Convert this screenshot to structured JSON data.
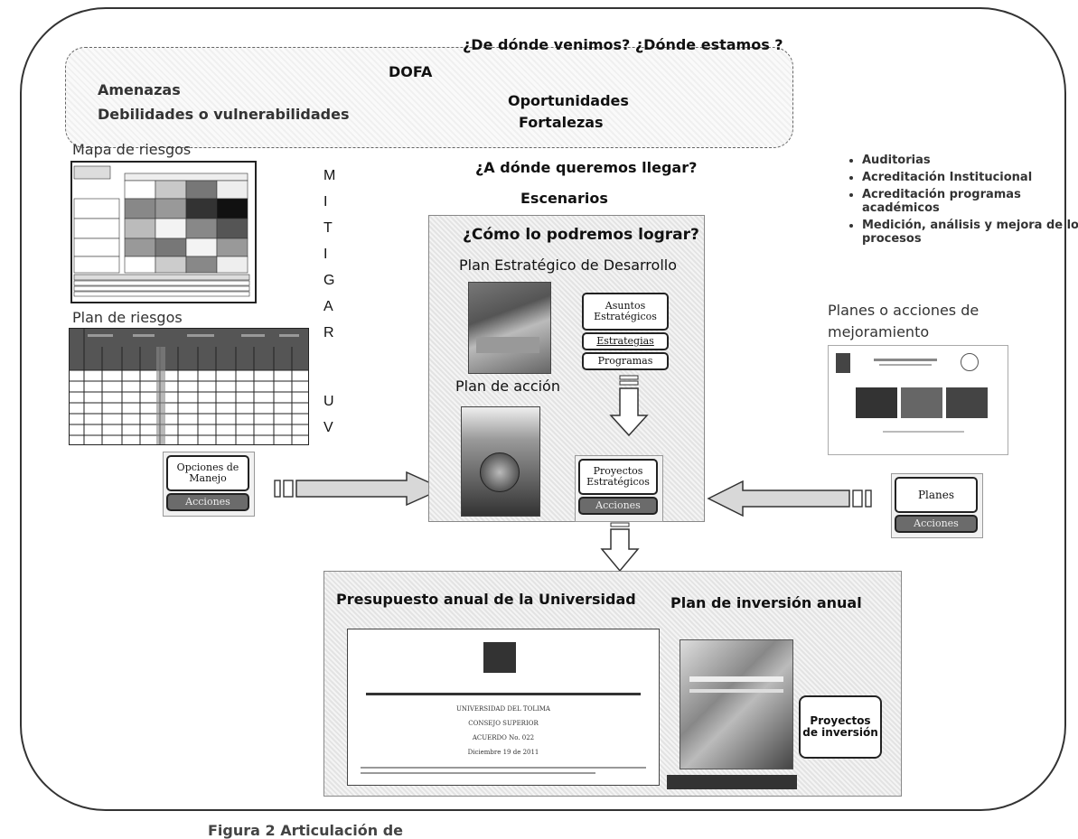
{
  "questions": {
    "origin": "¿De dónde venimos? ¿Dónde estamos ?",
    "goal": "¿A dónde queremos llegar?",
    "scenarios": "Escenarios",
    "how": "¿Cómo lo podremos lograr?"
  },
  "dofa": {
    "title": "DOFA",
    "threats": "Amenazas",
    "weaknesses": "Debilidades o vulnerabilidades",
    "opportunities": "Oportunidades",
    "strengths": "Fortalezas"
  },
  "left": {
    "risk_map_label": "Mapa de riesgos",
    "risk_plan_label": "Plan de riesgos",
    "mitigar_letters": [
      "M",
      "I",
      "T",
      "I",
      "G",
      "A",
      "R"
    ],
    "trailing_letters": [
      "U",
      "V"
    ],
    "box_top": "Opciones de Manejo",
    "box_bottom": "Acciones"
  },
  "center": {
    "strategic_plan": "Plan Estratégico de Desarrollo",
    "strategic_issues": "Asuntos Estratégicos",
    "strategies": "Estrategias",
    "programs": "Programas",
    "action_plan": "Plan de acción",
    "strategic_projects": "Proyectos Estratégicos",
    "actions": "Acciones"
  },
  "right": {
    "bullets": [
      "Auditorias",
      "Acreditación Institucional",
      "Acreditación programas académicos",
      "Medición, análisis y mejora de los procesos"
    ],
    "improvement_plans_label": "Planes o acciones de mejoramiento",
    "box_top": "Planes",
    "box_bottom": "Acciones"
  },
  "bottom": {
    "budget_title": "Presupuesto anual de la Universidad",
    "investment_title": "Plan de inversión anual",
    "investment_projects": "Proyectos de inversión",
    "doc_lines": [
      "UNIVERSIDAD DEL TOLIMA",
      "CONSEJO SUPERIOR",
      "ACUERDO No. 022",
      "Diciembre 19 de 2011"
    ]
  },
  "caption": "Figura 2 Articulación de"
}
